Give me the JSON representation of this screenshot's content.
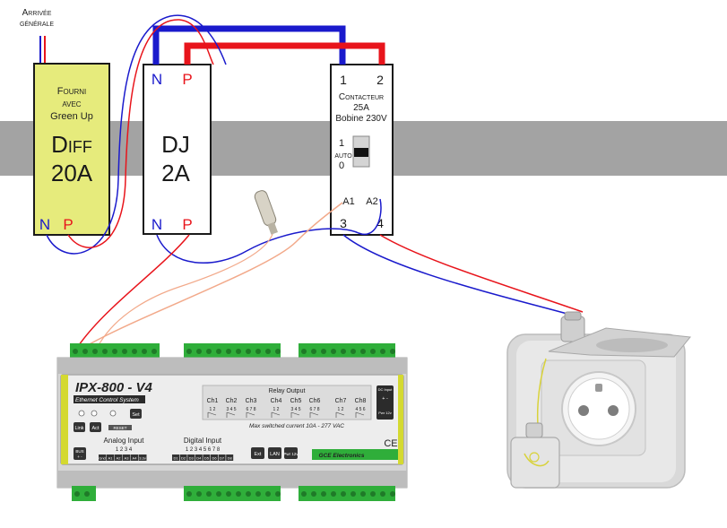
{
  "supply": {
    "line1": "Arrivée",
    "line2": "générale"
  },
  "diff": {
    "note1": "Fourni",
    "note2": "avec",
    "note3": "Green Up",
    "name": "Diff",
    "rating": "20A",
    "n": "N",
    "p": "P"
  },
  "dj": {
    "n_top": "N",
    "p_top": "P",
    "name": "DJ",
    "rating": "2A",
    "n_bot": "N",
    "p_bot": "P"
  },
  "contactor": {
    "t1": "1",
    "t2": "2",
    "title": "Contacteur",
    "rating": "25A",
    "coil": "Bobine 230V",
    "pos1": "1",
    "auto": "AUTO",
    "pos0": "0",
    "a1": "A1",
    "a2": "A2",
    "t3": "3",
    "t4": "4"
  },
  "ipx": {
    "title": "IPX-800 - V4",
    "subtitle": "Ethernet Control System",
    "set": "Set",
    "link": "Link",
    "act": "Act",
    "reset": "RESET",
    "bus": "BUS",
    "bus_sign": "+ -",
    "analog_title": "Analog Input",
    "analog_nums": "1 2 3 4",
    "analog_pins": [
      "Gnd",
      "A1",
      "A2",
      "A3",
      "A4",
      "3.3v"
    ],
    "digital_title": "Digital Input",
    "digital_nums": "1 2 3 4 5 6 7 8",
    "digital_pins": [
      "D1",
      "D2",
      "D3",
      "D4",
      "D5",
      "D6",
      "D7",
      "D8"
    ],
    "ext": "Ext",
    "lan": "LAN",
    "pwr": "Pwr 12v",
    "relay_title": "Relay Output",
    "channels": [
      "Ch1",
      "Ch2",
      "Ch3",
      "Ch4",
      "Ch5",
      "Ch6",
      "Ch7",
      "Ch8"
    ],
    "relay_pins": [
      "1 2",
      "3 4 5",
      "6 7 8",
      "1 2",
      "3 4 5",
      "6 7 8",
      "1 2",
      "4 5 6"
    ],
    "max": "Max switched current 10A - 277 VAC",
    "dc": "DC Input",
    "dc_sign": "+ -",
    "dc_v": "Pwr 12v",
    "brand": "GCE Electronics",
    "ce": "CE"
  },
  "colors": {
    "live": "#e8141b",
    "neutral": "#1a1acc",
    "rail": "#a3a3a3",
    "diff_fill": "#e6eb7c",
    "ipx_green": "#2fae3a",
    "sensor_wire": "#f2a98a"
  }
}
